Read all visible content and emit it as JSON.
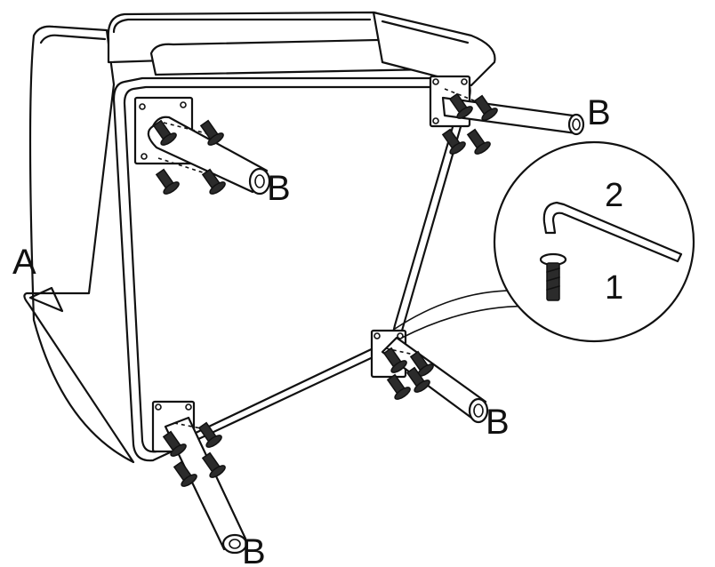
{
  "labels": {
    "part_a": "A",
    "leg_b": "B",
    "part_1": "1",
    "part_2": "2"
  }
}
